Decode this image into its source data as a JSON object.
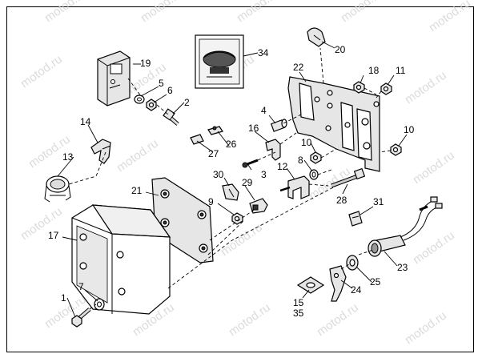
{
  "watermark": "motod.ru",
  "callouts": {
    "c1": "1",
    "c2": "2",
    "c3": "3",
    "c4": "4",
    "c5": "5",
    "c6": "6",
    "c7": "7",
    "c8": "8",
    "c9": "9",
    "c10a": "10",
    "c10b": "10",
    "c11": "11",
    "c12": "12",
    "c13": "13",
    "c14": "14",
    "c15": "15",
    "c35": "35",
    "c16": "16",
    "c17": "17",
    "c18": "18",
    "c19": "19",
    "c20": "20",
    "c21": "21",
    "c22": "22",
    "c23": "23",
    "c24": "24",
    "c25": "25",
    "c26": "26",
    "c27": "27",
    "c28": "28",
    "c29": "29",
    "c30": "30",
    "c31": "31",
    "c34": "34"
  }
}
